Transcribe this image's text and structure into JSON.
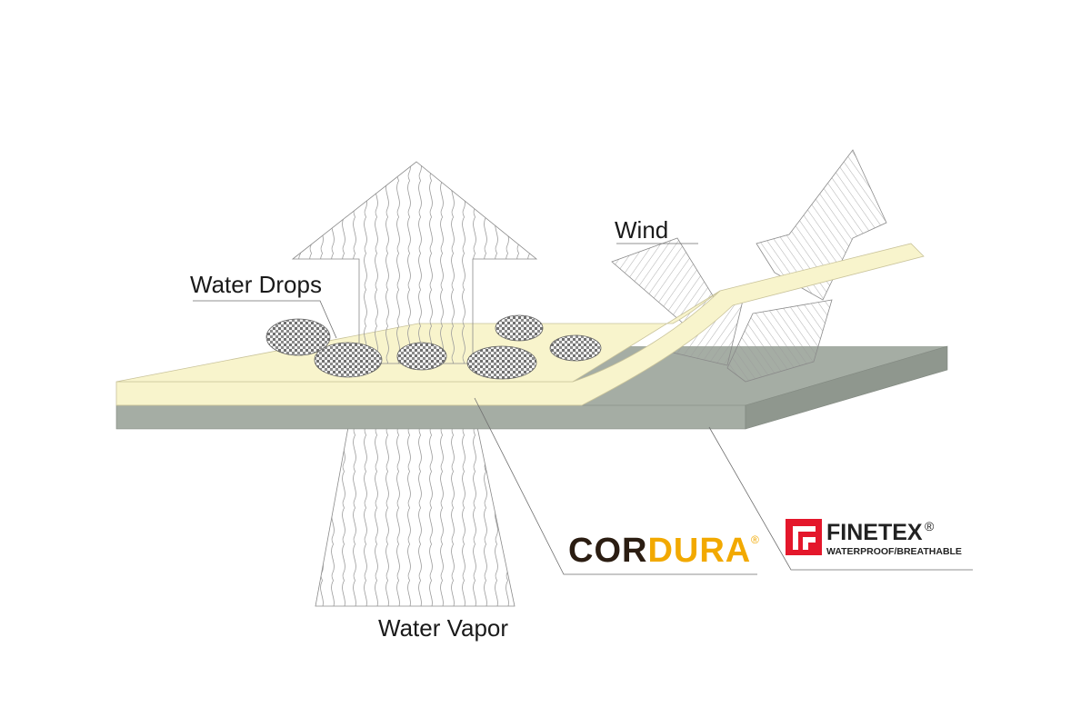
{
  "labels": {
    "water_drops": "Water Drops",
    "wind": "Wind",
    "water_vapor": "Water Vapor"
  },
  "brands": {
    "cordura": {
      "text_dark": "COR",
      "text_accent": "DURA",
      "mark": "®"
    },
    "finetex": {
      "name": "FINETEX",
      "mark": "®",
      "tagline": "WATERPROOF/BREATHABLE"
    }
  },
  "colors": {
    "top_layer": "#f8f4cc",
    "base_layer": "#a5ada4",
    "base_side": "#8f978e",
    "cordura_dark": "#2b1d12",
    "cordura_accent": "#f2a900",
    "finetex_red": "#e4172b",
    "line": "#6e6e6e"
  }
}
